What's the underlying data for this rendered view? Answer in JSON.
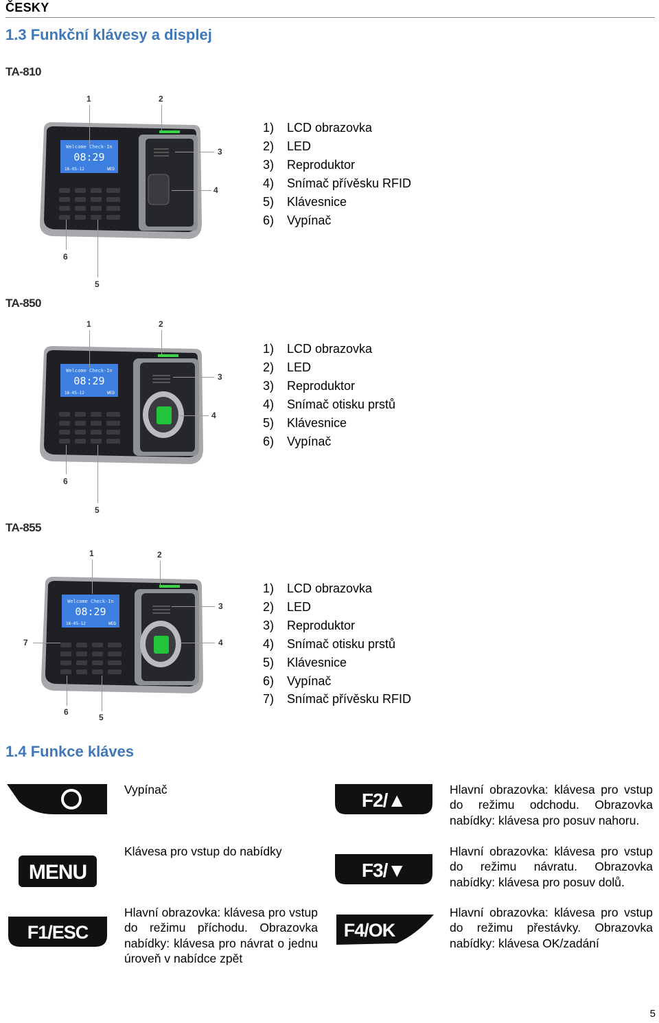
{
  "header": {
    "language": "ČESKY",
    "page_number": "5"
  },
  "section_13": {
    "title": "1.3 Funkční klávesy a displej",
    "devices": [
      {
        "model": "TA-810",
        "screen": {
          "line1": "Welcome Check-In",
          "time": "08:29",
          "date": "16-05-12",
          "day": "WED"
        },
        "parts": [
          {
            "num": "1)",
            "label": "LCD obrazovka"
          },
          {
            "num": "2)",
            "label": "LED"
          },
          {
            "num": "3)",
            "label": "Reproduktor"
          },
          {
            "num": "4)",
            "label": "Snímač přívěsku RFID"
          },
          {
            "num": "5)",
            "label": "Klávesnice"
          },
          {
            "num": "6)",
            "label": "Vypínač"
          }
        ]
      },
      {
        "model": "TA-850",
        "screen": {
          "line1": "Welcome Check-In",
          "time": "08:29",
          "date": "16-05-12",
          "day": "WED"
        },
        "parts": [
          {
            "num": "1)",
            "label": "LCD obrazovka"
          },
          {
            "num": "2)",
            "label": "LED"
          },
          {
            "num": "3)",
            "label": "Reproduktor"
          },
          {
            "num": "4)",
            "label": "Snímač otisku prstů"
          },
          {
            "num": "5)",
            "label": "Klávesnice"
          },
          {
            "num": "6)",
            "label": "Vypínač"
          }
        ]
      },
      {
        "model": "TA-855",
        "screen": {
          "line1": "Welcome Check-In",
          "time": "08:29",
          "date": "16-05-12",
          "day": "WED"
        },
        "parts": [
          {
            "num": "1)",
            "label": "LCD obrazovka"
          },
          {
            "num": "2)",
            "label": "LED"
          },
          {
            "num": "3)",
            "label": "Reproduktor"
          },
          {
            "num": "4)",
            "label": "Snímač otisku prstů"
          },
          {
            "num": "5)",
            "label": "Klávesnice"
          },
          {
            "num": "6)",
            "label": "Vypínač"
          },
          {
            "num": "7)",
            "label": "Snímač přívěsku RFID"
          }
        ]
      }
    ],
    "callout_numbers": [
      "1",
      "2",
      "3",
      "4",
      "5",
      "6",
      "7"
    ]
  },
  "section_14": {
    "title": "1.4 Funkce kláves",
    "keys": [
      {
        "key_label": "",
        "description": "Vypínač"
      },
      {
        "key_label": "MENU",
        "description": "Klávesa pro vstup do nabídky"
      },
      {
        "key_label": "F1/ESC",
        "description": "Hlavní obrazovka: klávesa pro vstup do režimu příchodu. Obrazovka nabídky: klávesa pro návrat o jednu úroveň v nabídce zpět"
      },
      {
        "key_label": "F2/▲",
        "description": "Hlavní obrazovka: klávesa pro vstup do režimu odchodu. Obrazovka nabídky: klávesa pro posuv nahoru."
      },
      {
        "key_label": "F3/▼",
        "description": "Hlavní obrazovka: klávesa pro vstup do režimu návratu. Obrazovka nabídky: klávesa pro posuv dolů."
      },
      {
        "key_label": "F4/OK",
        "description": "Hlavní obrazovka: klávesa pro vstup do režimu přestávky. Obrazovka nabídky: klávesa OK/zadání"
      }
    ]
  },
  "colors": {
    "heading_blue": "#3f78b8",
    "led_green": "#3bd24a",
    "lcd_blue": "#3d7fe0",
    "fingerprint_green": "#22c43a"
  },
  "icons": {
    "power_key": "power-circle-icon"
  }
}
